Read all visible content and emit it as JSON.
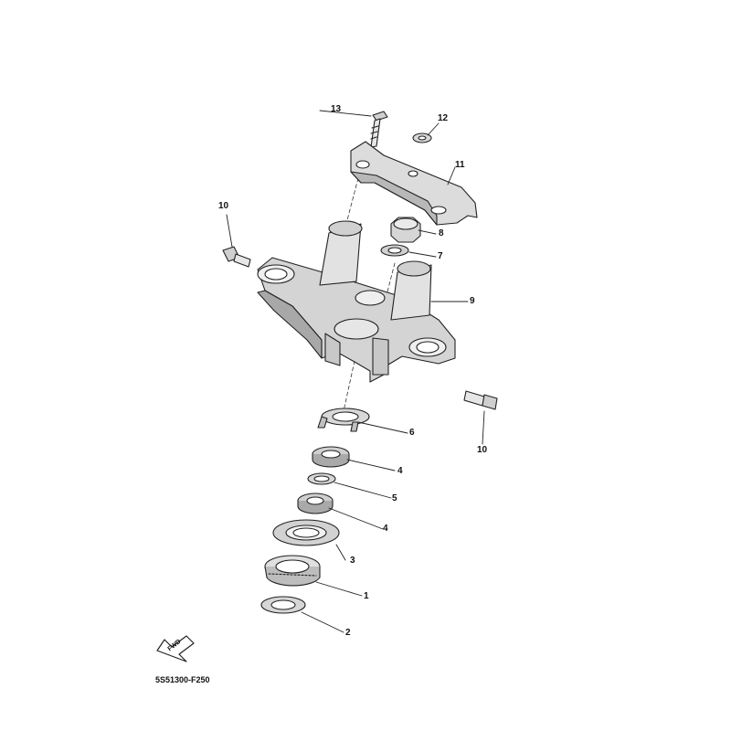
{
  "diagram": {
    "part_code": "5S51300-F250",
    "forward_badge": "FWD",
    "callouts": [
      {
        "id": "1",
        "text": "1"
      },
      {
        "id": "2",
        "text": "2"
      },
      {
        "id": "3",
        "text": "3"
      },
      {
        "id": "4a",
        "text": "4"
      },
      {
        "id": "4b",
        "text": "4"
      },
      {
        "id": "5",
        "text": "5"
      },
      {
        "id": "6",
        "text": "6"
      },
      {
        "id": "7",
        "text": "7"
      },
      {
        "id": "8",
        "text": "8"
      },
      {
        "id": "9",
        "text": "9"
      },
      {
        "id": "10a",
        "text": "10"
      },
      {
        "id": "10b",
        "text": "10"
      },
      {
        "id": "11",
        "text": "11"
      },
      {
        "id": "12",
        "text": "12"
      },
      {
        "id": "13",
        "text": "13"
      }
    ]
  }
}
